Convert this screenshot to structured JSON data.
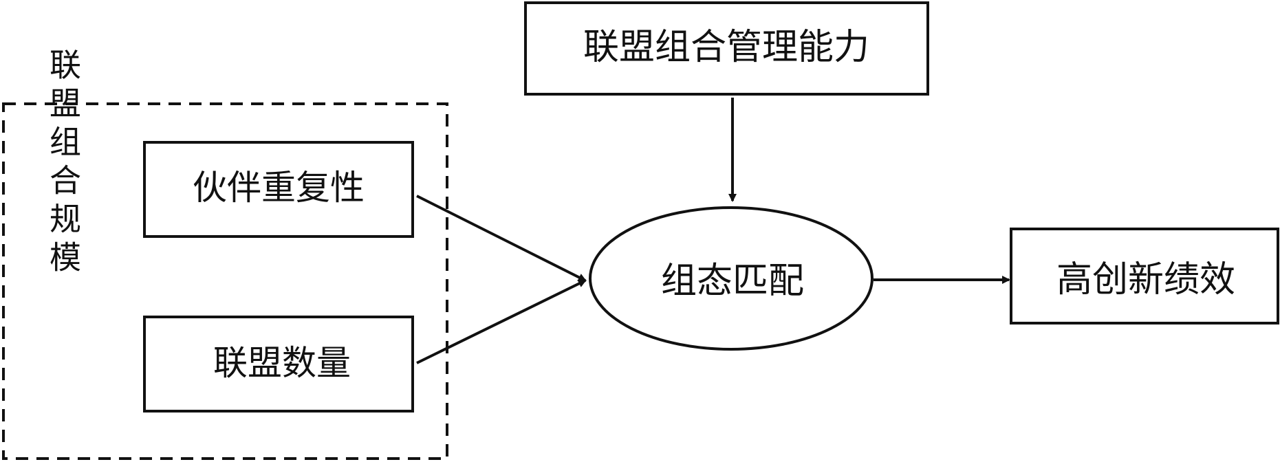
{
  "diagram": {
    "group": {
      "label": "联盟组合规模",
      "items": [
        {
          "label": "伙伴重复性"
        },
        {
          "label": "联盟数量"
        }
      ]
    },
    "moderator": {
      "label": "联盟组合管理能力"
    },
    "center": {
      "label": "组态匹配"
    },
    "outcome": {
      "label": "高创新绩效"
    }
  },
  "colors": {
    "stroke": "#111111",
    "background": "#ffffff"
  }
}
